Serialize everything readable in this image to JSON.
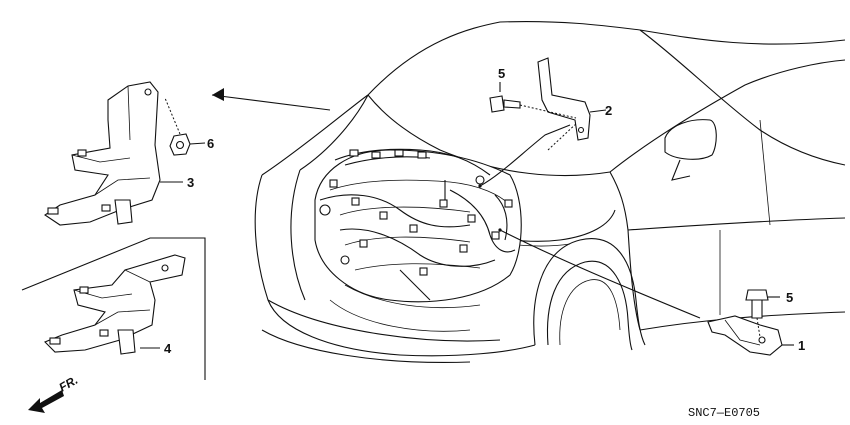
{
  "callouts": {
    "c1": "1",
    "c2": "2",
    "c3": "3",
    "c4": "4",
    "c5a": "5",
    "c5b": "5",
    "c6": "6"
  },
  "direction_label": "FR.",
  "diagram_code": "SNC7—E0705"
}
